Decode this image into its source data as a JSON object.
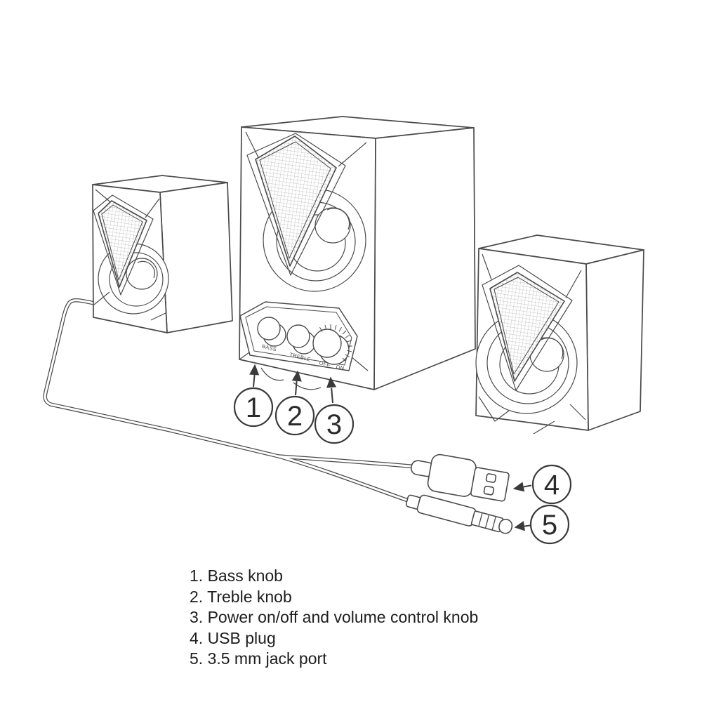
{
  "diagram": {
    "subject": "2.1 computer speaker system parts diagram",
    "colors": {
      "line": "#4a4a4a",
      "text": "#1d1d1d",
      "background": "#ffffff"
    },
    "panel": {
      "bass": "BASS",
      "treble": "TREBLE",
      "off": "OFF",
      "on": "ON"
    },
    "callouts": {
      "c1": "1",
      "c2": "2",
      "c3": "3",
      "c4": "4",
      "c5": "5"
    },
    "legend": {
      "items": [
        "1. Bass knob",
        "2. Treble knob",
        "3. Power on/off and volume control knob",
        "4. USB plug",
        "5. 3.5 mm jack port"
      ]
    }
  }
}
